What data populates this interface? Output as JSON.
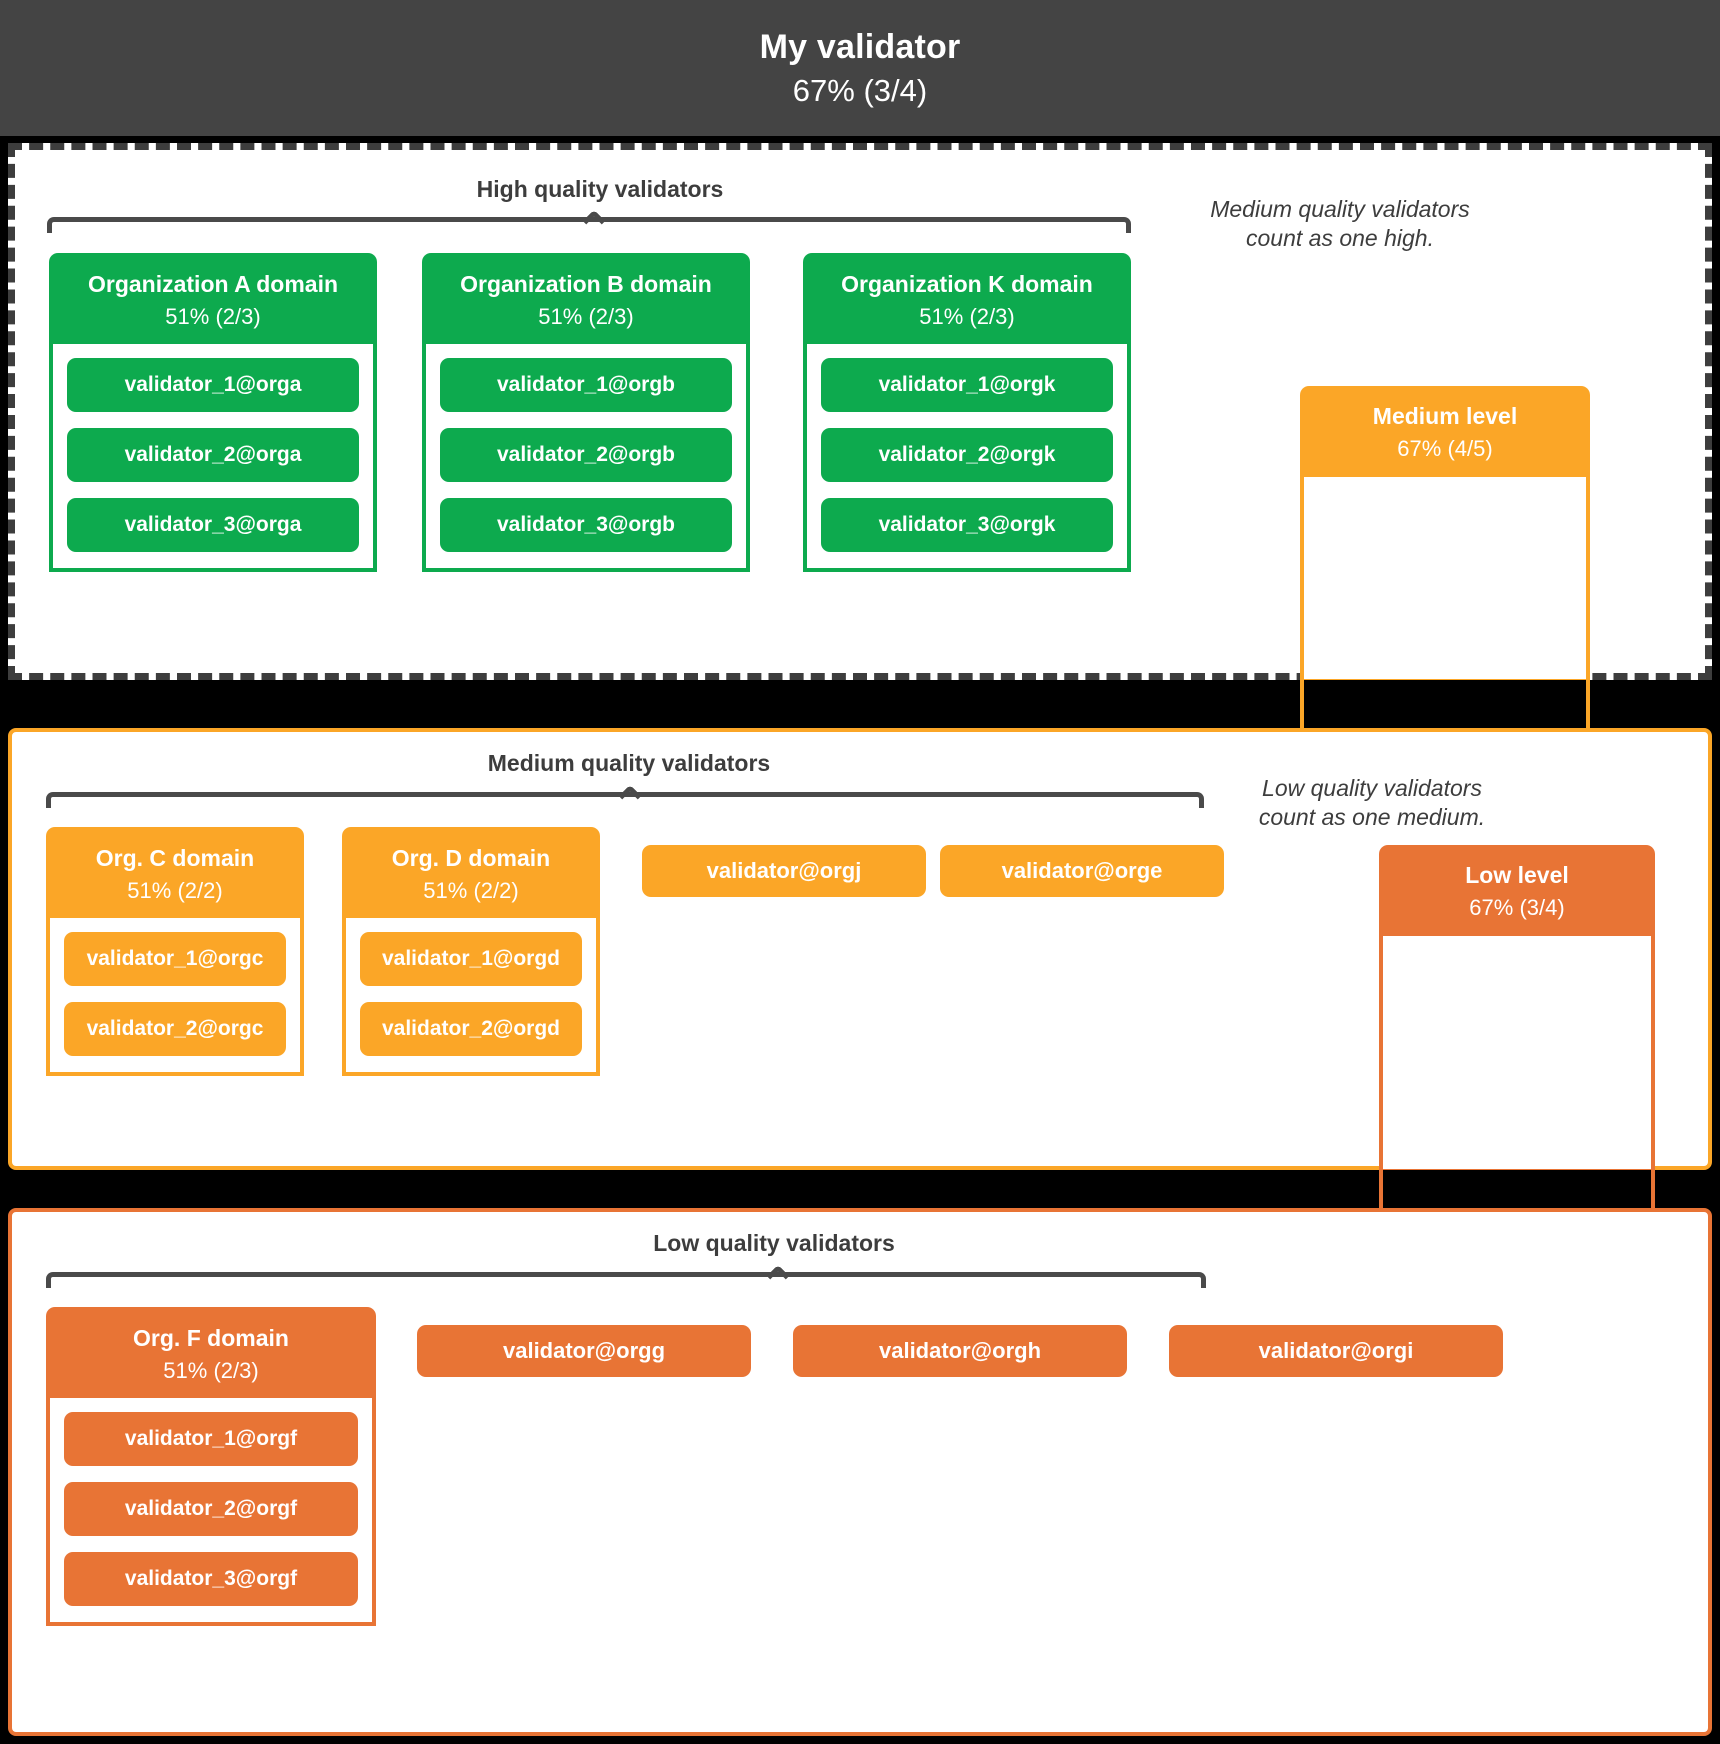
{
  "header": {
    "title": "My validator",
    "percent": "67% (3/4)"
  },
  "colors": {
    "header_bg": "#444444",
    "high": "#0DAA4E",
    "medium": "#FBA627",
    "low": "#E87435",
    "text_dark": "#3d3d3d",
    "background": "#000000"
  },
  "sections": {
    "high": {
      "caption": "High quality validators",
      "orgs": [
        {
          "name": "Organization A domain",
          "percent": "51% (2/3)",
          "validators": [
            "validator_1@orga",
            "validator_2@orga",
            "validator_3@orga"
          ]
        },
        {
          "name": "Organization B domain",
          "percent": "51% (2/3)",
          "validators": [
            "validator_1@orgb",
            "validator_2@orgb",
            "validator_3@orgb"
          ]
        },
        {
          "name": "Organization K domain",
          "percent": "51% (2/3)",
          "validators": [
            "validator_1@orgk",
            "validator_2@orgk",
            "validator_3@orgk"
          ]
        }
      ],
      "standalone": [],
      "note": "Medium quality validators\ncount as one high.",
      "level_box": {
        "name": "Medium level",
        "percent": "67% (4/5)"
      }
    },
    "medium": {
      "caption": "Medium quality validators",
      "orgs": [
        {
          "name": "Org. C domain",
          "percent": "51% (2/2)",
          "validators": [
            "validator_1@orgc",
            "validator_2@orgc"
          ]
        },
        {
          "name": "Org. D domain",
          "percent": "51% (2/2)",
          "validators": [
            "validator_1@orgd",
            "validator_2@orgd"
          ]
        }
      ],
      "standalone": [
        "validator@orgj",
        "validator@orge"
      ],
      "note": "Low quality validators\ncount as one medium.",
      "level_box": {
        "name": "Low level",
        "percent": "67% (3/4)"
      }
    },
    "low": {
      "caption": "Low quality validators",
      "orgs": [
        {
          "name": "Org. F domain",
          "percent": "51% (2/3)",
          "validators": [
            "validator_1@orgf",
            "validator_2@orgf",
            "validator_3@orgf"
          ]
        }
      ],
      "standalone": [
        "validator@orgg",
        "validator@orgh",
        "validator@orgi"
      ],
      "note": "",
      "level_box": null
    }
  }
}
